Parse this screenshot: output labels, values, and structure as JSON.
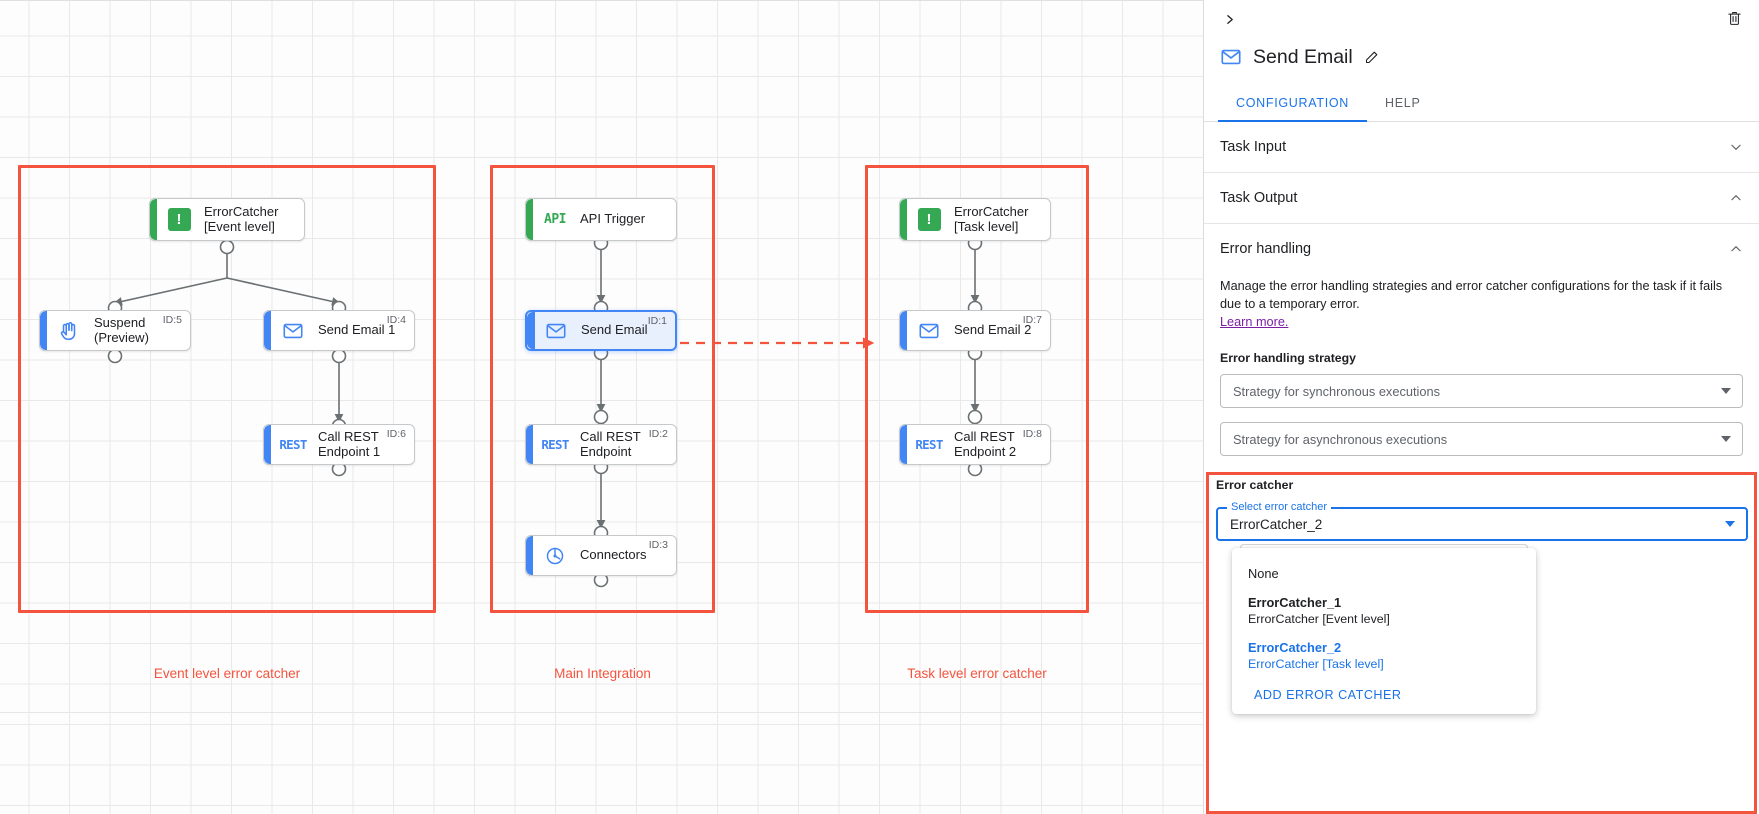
{
  "canvas": {
    "groups": [
      {
        "caption": "Event level error catcher"
      },
      {
        "caption": "Main Integration"
      },
      {
        "caption": "Task level error catcher"
      }
    ],
    "nodes": [
      {
        "id": "errorcatcher-event",
        "label": "ErrorCatcher\n[Event level]",
        "icon": "error-catcher-icon",
        "icon_text": "!",
        "id_text": ""
      },
      {
        "id": "suspend-preview",
        "label": "Suspend\n(Preview)",
        "icon": "hand-icon",
        "icon_text": "✋",
        "id_text": "ID:5"
      },
      {
        "id": "send-email-1",
        "label": "Send Email 1",
        "icon": "email-icon",
        "icon_text": "",
        "id_text": "ID:4"
      },
      {
        "id": "call-rest-endpoint-1",
        "label": "Call REST\nEndpoint 1",
        "icon": "rest-icon",
        "icon_text": "REST",
        "id_text": "ID:6"
      },
      {
        "id": "api-trigger",
        "label": "API Trigger",
        "icon": "api-icon",
        "icon_text": "API",
        "id_text": ""
      },
      {
        "id": "send-email",
        "label": "Send Email",
        "icon": "email-icon",
        "icon_text": "",
        "id_text": "ID:1"
      },
      {
        "id": "call-rest-endpoint",
        "label": "Call REST\nEndpoint",
        "icon": "rest-icon",
        "icon_text": "REST",
        "id_text": "ID:2"
      },
      {
        "id": "connectors",
        "label": "Connectors",
        "icon": "connectors-icon",
        "icon_text": "",
        "id_text": "ID:3"
      },
      {
        "id": "errorcatcher-task",
        "label": "ErrorCatcher\n[Task level]",
        "icon": "error-catcher-icon",
        "icon_text": "!",
        "id_text": ""
      },
      {
        "id": "send-email-2",
        "label": "Send Email 2",
        "icon": "email-icon",
        "icon_text": "",
        "id_text": "ID:7"
      },
      {
        "id": "call-rest-endpoint-2",
        "label": "Call REST\nEndpoint 2",
        "icon": "rest-icon",
        "icon_text": "REST",
        "id_text": "ID:8"
      }
    ]
  },
  "panel": {
    "title": "Send Email",
    "tabs": [
      {
        "label": "CONFIGURATION",
        "active": true
      },
      {
        "label": "HELP",
        "active": false
      }
    ],
    "sections": [
      {
        "title": "Task Input",
        "expanded": false
      },
      {
        "title": "Task Output",
        "expanded": true
      }
    ],
    "error_handling": {
      "title": "Error handling",
      "description": "Manage the error handling strategies and error catcher configurations for the task if it fails due to a temporary error.",
      "link_label": "Learn more.",
      "strategy_label": "Error handling strategy",
      "sync_placeholder": "Strategy for synchronous executions",
      "async_placeholder": "Strategy for asynchronous executions"
    },
    "error_catcher": {
      "title": "Error catcher",
      "float_label": "Select error catcher",
      "value": "ErrorCatcher_2",
      "options": [
        {
          "primary": "None",
          "secondary": "",
          "selected": false,
          "bold": false
        },
        {
          "primary": "ErrorCatcher_1",
          "secondary": "ErrorCatcher [Event level]",
          "selected": false,
          "bold": true
        },
        {
          "primary": "ErrorCatcher_2",
          "secondary": "ErrorCatcher [Task level]",
          "selected": true,
          "bold": true
        }
      ],
      "add_label": "ADD ERROR CATCHER"
    }
  },
  "colors": {
    "accent_blue": "#1a73e8",
    "highlight_red": "#f4533d",
    "green": "#34a853",
    "link_purple": "#7b1fa2"
  }
}
